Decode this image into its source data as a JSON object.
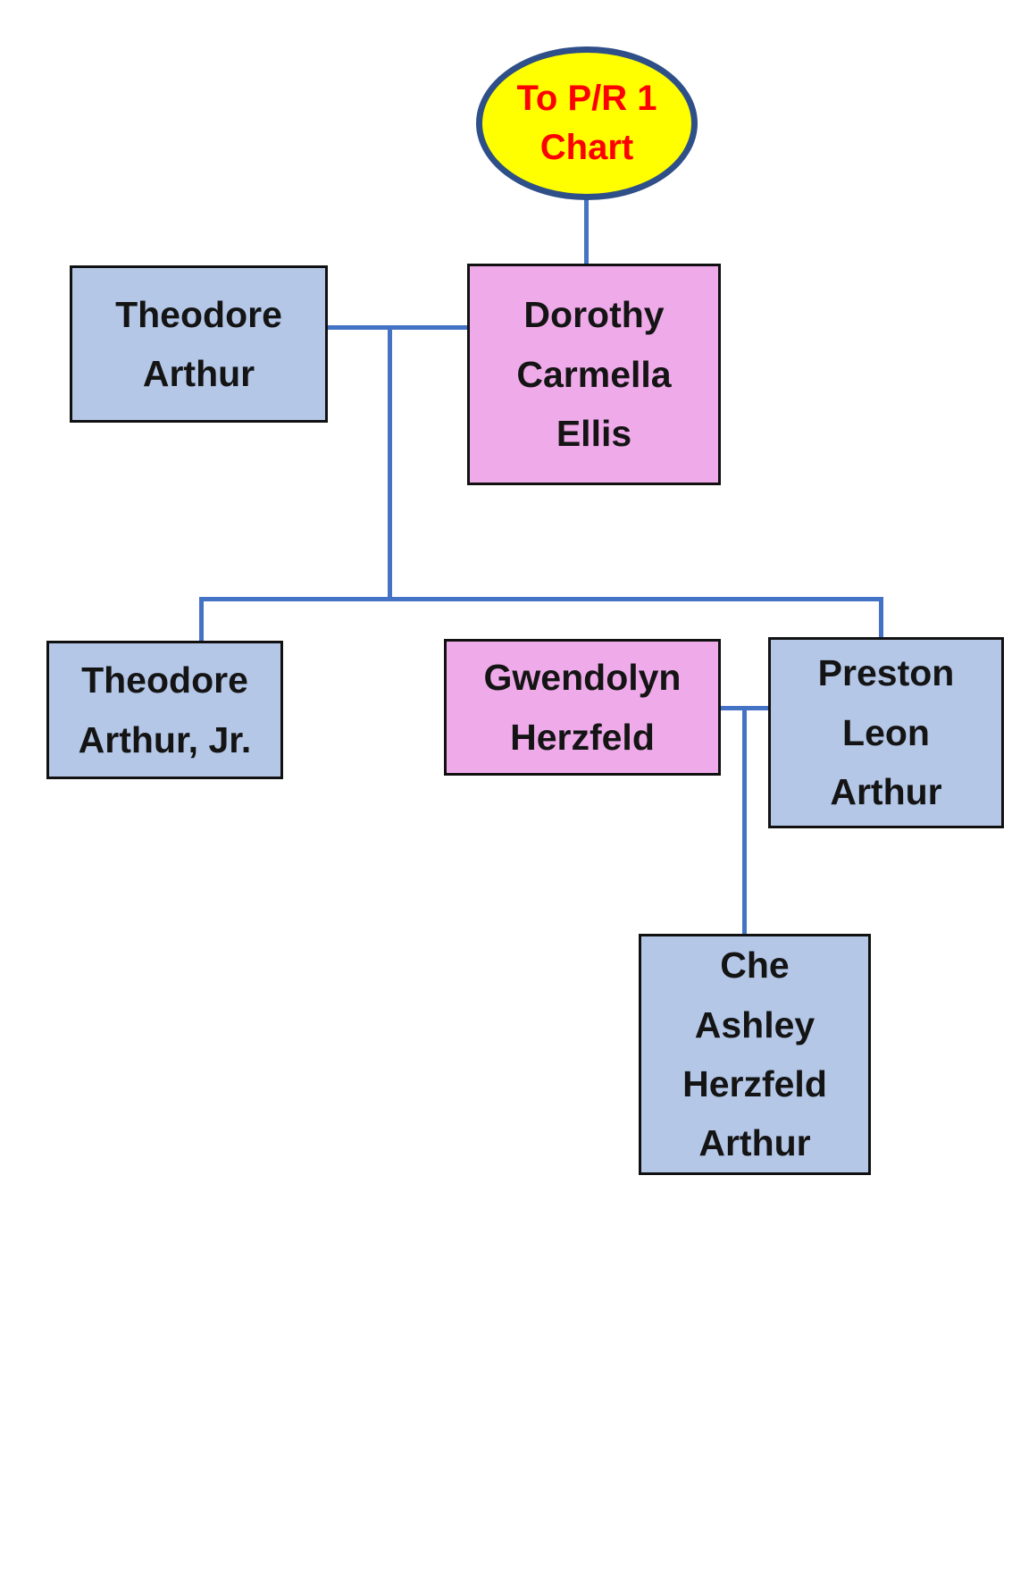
{
  "chart_ref": {
    "lines": [
      "To P/R 1",
      "Chart"
    ]
  },
  "nodes": {
    "theodore": {
      "lines": [
        "Theodore",
        "Arthur"
      ],
      "sex_color": "blue"
    },
    "dorothy": {
      "lines": [
        "Dorothy",
        "Carmella",
        "Ellis"
      ],
      "sex_color": "pink"
    },
    "jr": {
      "lines": [
        "Theodore",
        "Arthur, Jr."
      ],
      "sex_color": "blue"
    },
    "gwendolyn": {
      "lines": [
        "Gwendolyn",
        "Herzfeld"
      ],
      "sex_color": "pink"
    },
    "preston": {
      "lines": [
        "Preston",
        "Leon",
        "Arthur"
      ],
      "sex_color": "blue"
    },
    "che": {
      "lines": [
        "Che",
        "Ashley",
        "Herzfeld",
        "Arthur"
      ],
      "sex_color": "blue"
    }
  },
  "edges": [
    {
      "from": "to-pr1-chart",
      "to": "dorothy-carmella-ellis"
    },
    {
      "from": "theodore-arthur",
      "to": "dorothy-carmella-ellis",
      "type": "union"
    },
    {
      "from": "theodore-arthur + dorothy-carmella-ellis",
      "to": "theodore-arthur-jr",
      "type": "child"
    },
    {
      "from": "theodore-arthur + dorothy-carmella-ellis",
      "to": "preston-leon-arthur",
      "type": "child"
    },
    {
      "from": "gwendolyn-herzfeld",
      "to": "preston-leon-arthur",
      "type": "union"
    },
    {
      "from": "gwendolyn-herzfeld + preston-leon-arthur",
      "to": "che-ashley-herzfeld-arthur",
      "type": "child"
    }
  ],
  "colors": {
    "male_fill": "#b4c7e7",
    "female_fill": "#efabe9",
    "connector": "#4472c4",
    "box_border": "#111111",
    "text": "#141414",
    "ellipse_fill": "#ffff00",
    "ellipse_border": "#2e4f87",
    "ellipse_text": "#fe0000"
  }
}
